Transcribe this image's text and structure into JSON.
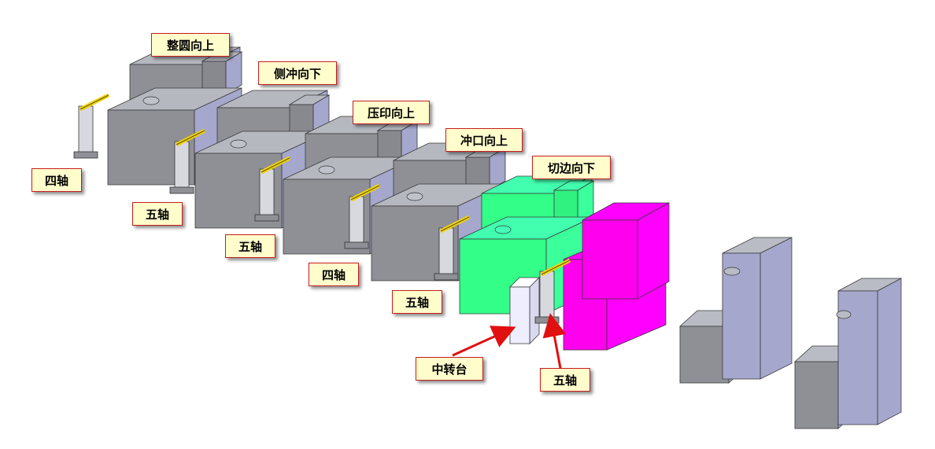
{
  "labels": {
    "zhengyuan": "整圆向上",
    "cechong": "侧冲向下",
    "yayin": "压印向上",
    "chongkou": "冲口向上",
    "qiebian": "切边向下",
    "siz1": "四轴",
    "wuz1": "五轴",
    "wuz2": "五轴",
    "siz2": "四轴",
    "wuz3": "五轴",
    "zhongzhuan": "中转台",
    "wuz4": "五轴"
  },
  "colors": {
    "press_gray": "#8e9096",
    "press_top": "#b9bcc4",
    "press_side": "#a5a7cc",
    "green_press": "#33ff88",
    "magenta_press": "#ff00ee",
    "transfer_table": "#eeeeff",
    "arrow": "#e01010",
    "label_bg": "#fffdcc",
    "label_border": "#c81e1e"
  }
}
